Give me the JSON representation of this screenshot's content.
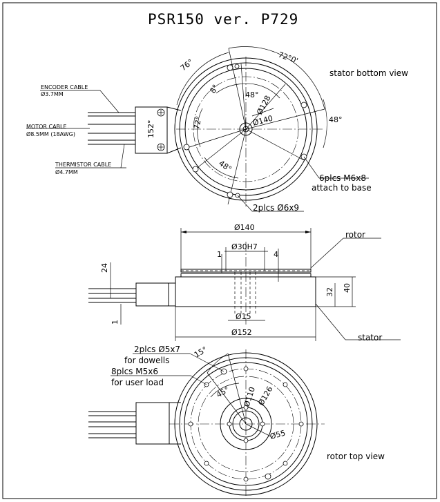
{
  "title": "PSR150 ver. P729",
  "stator_view": {
    "caption": "stator bottom view",
    "angles": [
      "76°",
      "72°0'",
      "8°",
      "48°",
      "72°",
      "48°",
      "48°"
    ],
    "diameters": [
      "Ø128",
      "Ø140"
    ],
    "flange_dim": "152°",
    "holes_note_line1": "6plcs M6x8",
    "holes_note_line2": "attach to base",
    "pins_note": "2plcs Ø6x9"
  },
  "cables": {
    "encoder_name": "ENCODER CABLE",
    "encoder_spec": "Ø3.7MM",
    "motor_name": "MOTOR CABLE",
    "motor_spec": "Ø8.5MM (18AWG)",
    "thermistor_name": "THERMISTOR CABLE",
    "thermistor_spec": "Ø4.7MM"
  },
  "side_view": {
    "rotor_label": "rotor",
    "stator_label": "stator",
    "dia_140": "Ø140",
    "bore": "Ø30H7",
    "dim_1_top": "1",
    "dim_4": "4",
    "dim_24": "24",
    "dim_32": "32",
    "dim_40": "40",
    "dim_1_bottom": "1",
    "dia_15": "Ø15",
    "dia_152": "Ø152"
  },
  "rotor_view": {
    "caption": "rotor top view",
    "dowel_note_line1": "2plcs Ø5x7",
    "dowel_note_line2": "for dowells",
    "load_note_line1": "8plcs M5x6",
    "load_note_line2": "for user load",
    "angle_15": "15°",
    "angle_45": "45°",
    "dia_110": "Ø110",
    "dia_126": "Ø126",
    "dia_55": "Ø55"
  }
}
